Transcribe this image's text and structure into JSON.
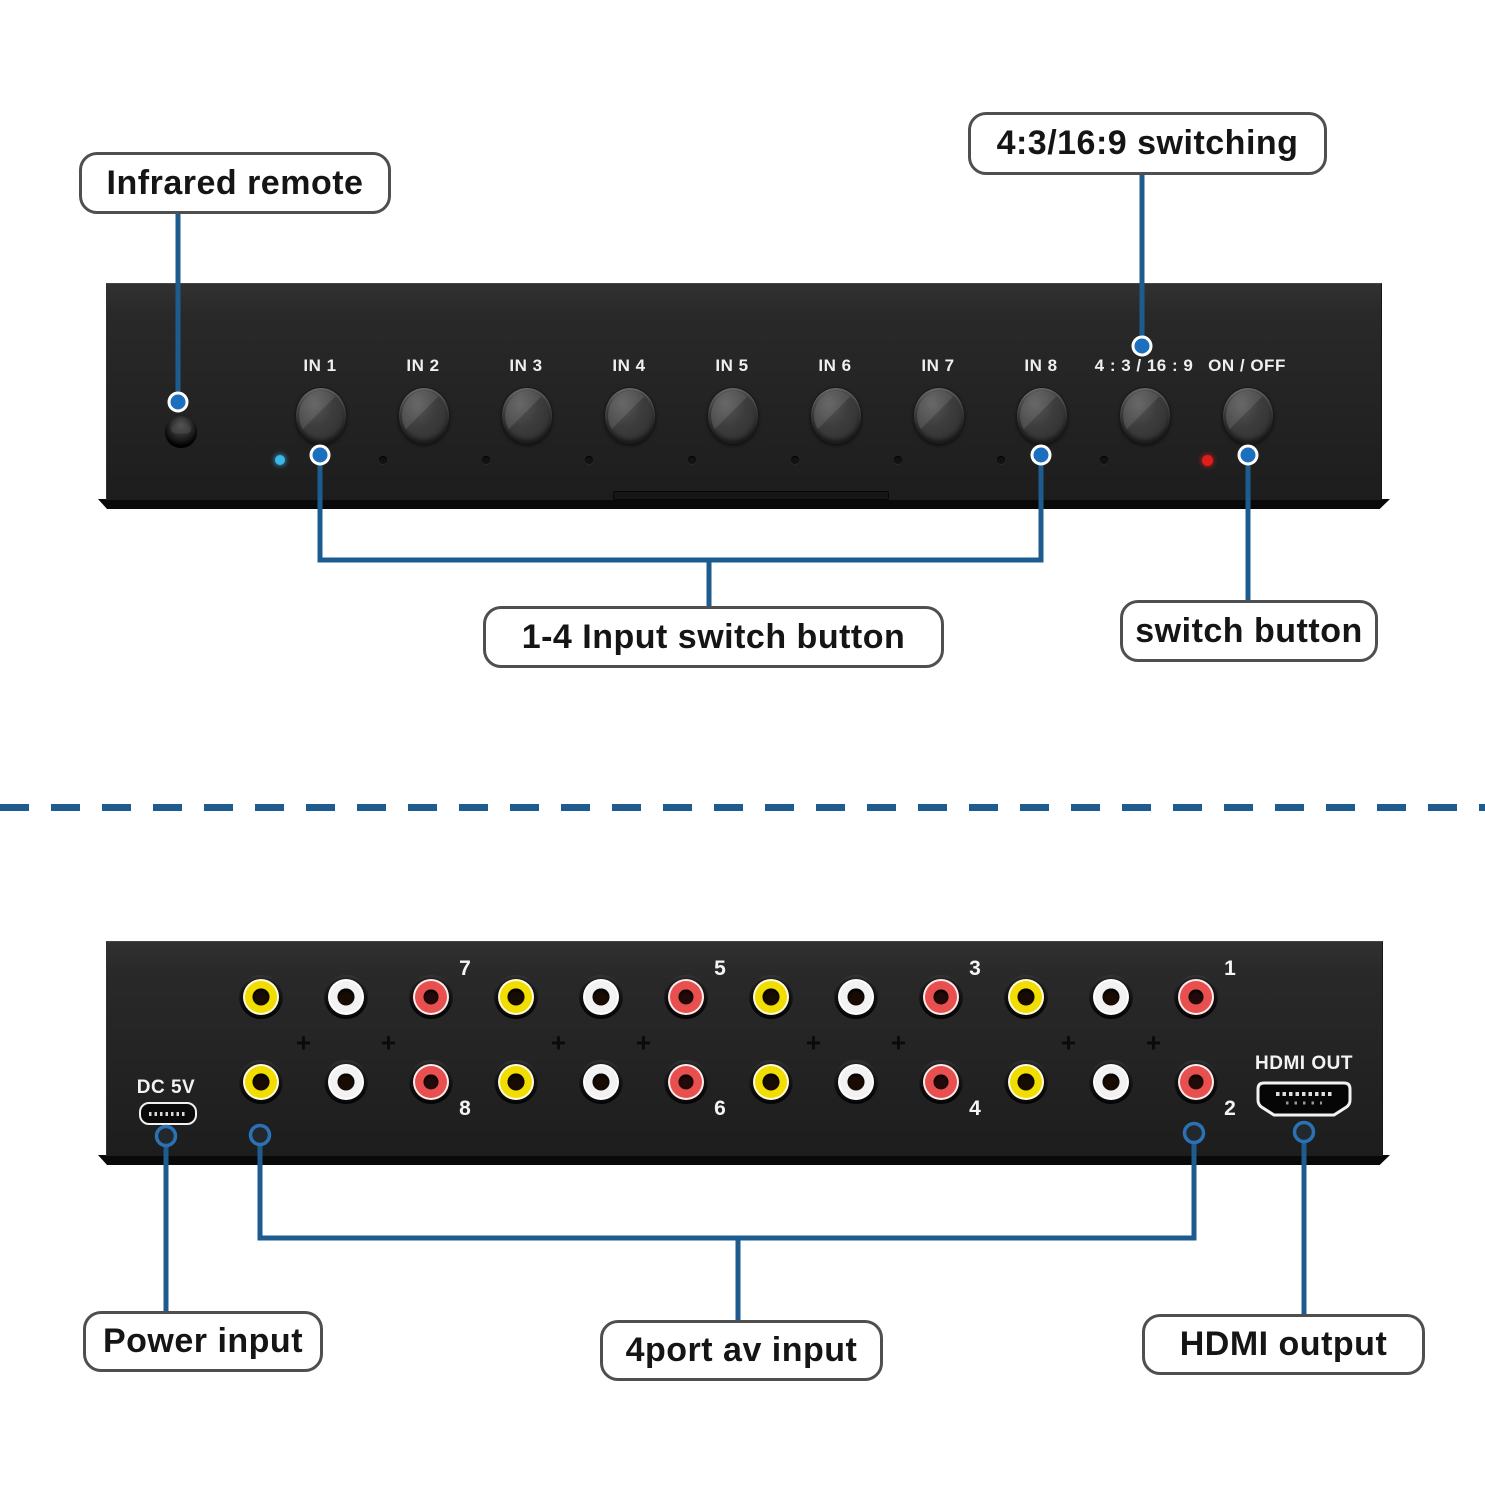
{
  "front": {
    "callouts": {
      "infrared_remote": "Infrared remote",
      "aspect_switching": "4:3/16:9 switching",
      "input_switch": "1-4 Input switch button",
      "switch_button": "switch button"
    },
    "panel": {
      "buttons": [
        {
          "label": "IN 1",
          "led": "cyan"
        },
        {
          "label": "IN 2",
          "led": "off"
        },
        {
          "label": "IN 3",
          "led": "off"
        },
        {
          "label": "IN 4",
          "led": "off"
        },
        {
          "label": "IN 5",
          "led": "off"
        },
        {
          "label": "IN 6",
          "led": "off"
        },
        {
          "label": "IN 7",
          "led": "off"
        },
        {
          "label": "IN 8",
          "led": "off"
        },
        {
          "label": "4 : 3 / 16 : 9",
          "led": "off"
        },
        {
          "label": "ON / OFF",
          "led": "red"
        }
      ]
    }
  },
  "back": {
    "callouts": {
      "power_input": "Power input",
      "av_input": "4port av input",
      "hdmi_output": "HDMI output"
    },
    "panel": {
      "dc_label": "DC 5V",
      "hdmi_label": "HDMI OUT",
      "jack_color_pattern": [
        "yellow",
        "white",
        "red"
      ],
      "groups": [
        {
          "top_number": "7",
          "bottom_number": "8"
        },
        {
          "top_number": "5",
          "bottom_number": "6"
        },
        {
          "top_number": "3",
          "bottom_number": "4"
        },
        {
          "top_number": "1",
          "bottom_number": "2"
        }
      ]
    }
  },
  "colors": {
    "line_blue": "#1e5c90",
    "marker_blue": "#1c6fbe",
    "led_cyan": "#3ab8e8",
    "led_red": "#e01c1c",
    "rca_yellow": "#f2dd00",
    "rca_white": "#f2f2f2",
    "rca_red": "#e85050"
  }
}
